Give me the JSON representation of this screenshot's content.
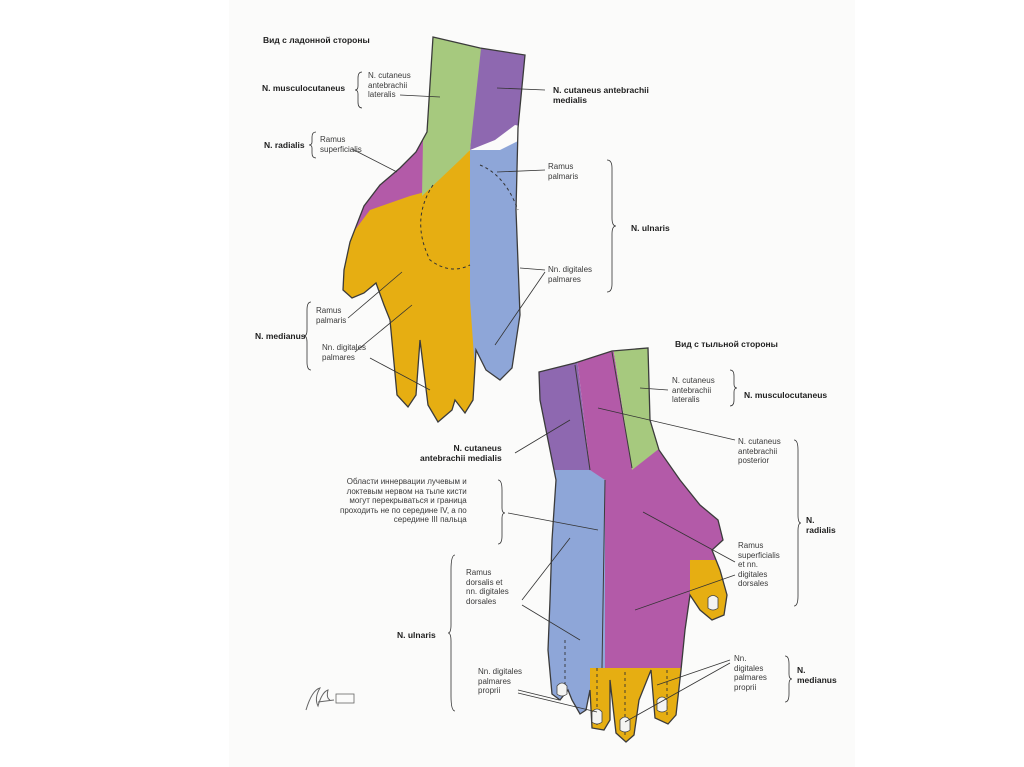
{
  "colors": {
    "page": "#fbfbfa",
    "green_musculocutaneus": "#a6c97e",
    "purple_cutaneus_medialis": "#8e68b0",
    "magenta_radialis": "#b35aa8",
    "yellow_medianus": "#e6ae12",
    "blue_ulnaris": "#8ea6d8",
    "outline": "#3b3b3b"
  },
  "palmar": {
    "title": "Вид с ладонной стороны",
    "musculocutaneus_nerve": "N. musculocutaneus",
    "musculocutaneus_branch": "N. cutaneus\nantebrachii\nlateralis",
    "cutaneus_medialis": "N. cutaneus antebrachii\nmedialis",
    "radialis_nerve": "N. radialis",
    "radialis_branch": "Ramus\nsuperficialis",
    "ulnaris_nerve": "N. ulnaris",
    "ulnaris_palmar_branch": "Ramus\npalmaris",
    "ulnaris_digital": "Nn. digitales\npalmares",
    "medianus_nerve": "N. medianus",
    "medianus_palmar_branch": "Ramus\npalmaris",
    "medianus_digital": "Nn. digitales\npalmares"
  },
  "dorsal": {
    "title": "Вид с тыльной стороны",
    "musculocutaneus_branch": "N. cutaneus\nantebrachii\nlateralis",
    "musculocutaneus_nerve": "N. musculocutaneus",
    "cutaneus_medialis": "N. cutaneus\nantebrachii medialis",
    "cutaneus_posterior": "N. cutaneus\nantebrachii\nposterior",
    "note": "Области иннервации лучевым и\nлоктевым нервом на тыле кисти\nмогут перекрываться и граница\nпроходить не по середине IV, а по\nсередине III пальца",
    "radialis_branch": "Ramus\nsuperficialis\net nn.\ndigitales\ndorsales",
    "radialis_nerve": "N.\nradialis",
    "ulnaris_branch": "Ramus\ndorsalis et\nnn. digitales\ndorsales",
    "ulnaris_nerve": "N. ulnaris",
    "ulnaris_proprii": "Nn. digitales\npalmares\nproprii",
    "medianus_proprii": "Nn.\ndigitales\npalmares\nproprii",
    "medianus_nerve": "N.\nmedianus"
  }
}
